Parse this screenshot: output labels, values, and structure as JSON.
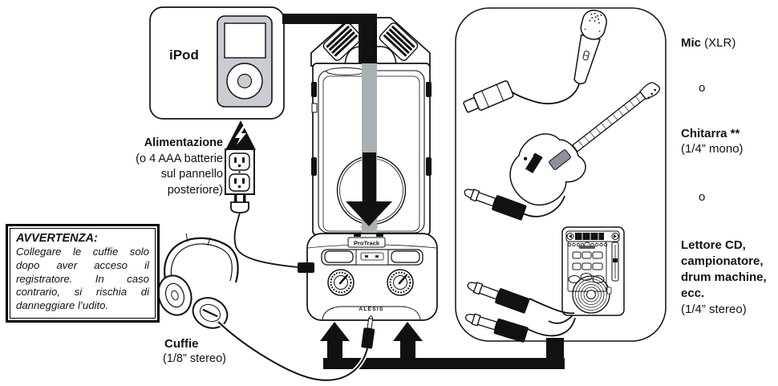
{
  "colors": {
    "ink": "#111111",
    "ipod_gray": "#c9cdd1",
    "arrow_gray": "#a9b1b5",
    "pickup_gray": "#8a939b"
  },
  "ipod_box": {
    "label": "iPod"
  },
  "power": {
    "title": "Alimentazione",
    "lines": [
      "(o 4 AAA batterie",
      "sul pannello",
      "posteriore)"
    ]
  },
  "warning": {
    "title": "AVVERTENZA:",
    "body": "Collegare le cuffie solo dopo aver acceso il registratore. In caso contrario, si rischia di danneggiare l’udito."
  },
  "headphones": {
    "title": "Cuffie",
    "spec": "(1/8” stereo)"
  },
  "recorder": {
    "brand": "ProTrack",
    "logo": "ALESIS"
  },
  "sources": {
    "mic_name": "Mic",
    "mic_spec": " (XLR)",
    "or_1": "o",
    "guitar_name": "Chitarra **",
    "guitar_spec": "(1/4” mono)",
    "or_2": "o",
    "line_lines": [
      "Lettore CD,",
      "campionatore,",
      "drum machine,",
      "ecc."
    ],
    "line_spec": "(1/4” stereo)"
  }
}
